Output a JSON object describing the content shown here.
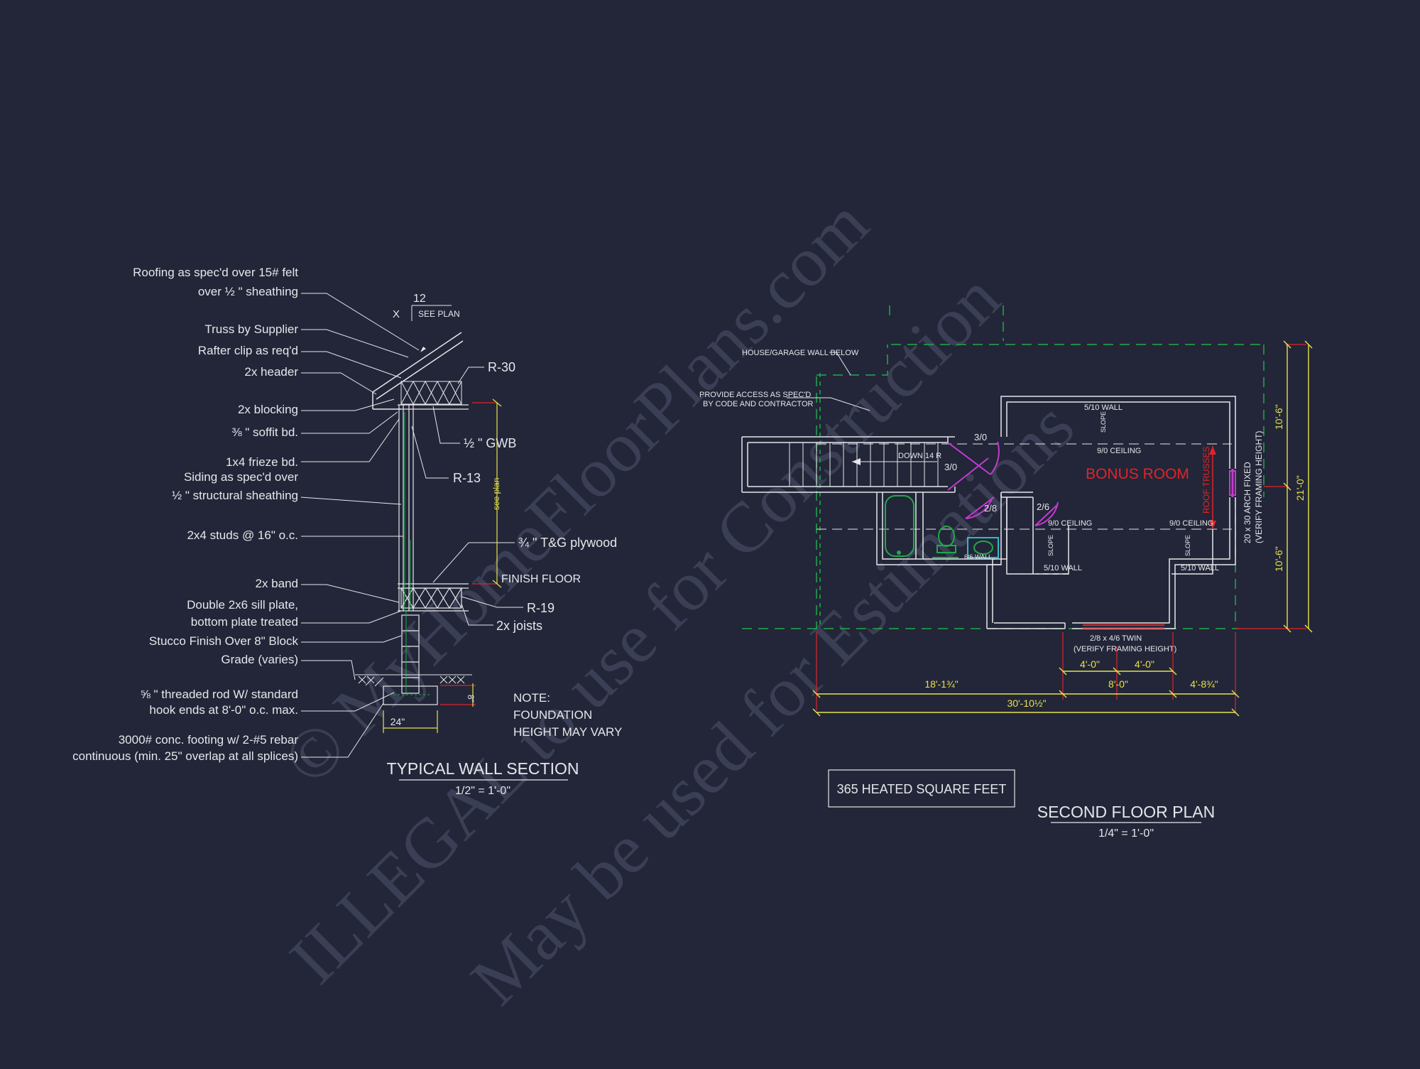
{
  "watermark": {
    "line1": "© MyHomeFloorPlans.com",
    "line2": "ILLEGAL to use for Construction",
    "line3": "May be used for Estimations"
  },
  "wall_section": {
    "callouts": [
      "Roofing as spec'd over 15# felt",
      "over ½ \" sheathing",
      "Truss by Supplier",
      "Rafter clip as req'd",
      "2x header",
      "2x blocking",
      "⅜ \" soffit bd.",
      "1x4 frieze bd.",
      "Siding as spec'd over",
      "½ \" structural sheathing",
      "2x4 studs @ 16\" o.c.",
      "2x band",
      "Double 2x6 sill plate,",
      "bottom plate treated",
      "Stucco Finish Over 8\" Block",
      "Grade (varies)",
      "⅝ \" threaded rod W/ standard",
      "hook ends at 8'-0\" o.c. max.",
      "3000# conc. footing w/ 2-#5 rebar",
      "continuous (min. 25\" overlap at all splices)"
    ],
    "right_labels": {
      "r30": "R-30",
      "gwb": "½ \" GWB",
      "r13": "R-13",
      "plywood": "¾ \" T&G plywood",
      "finish_floor": "FINISH FLOOR",
      "r19": "R-19",
      "joists": "2x joists",
      "see_plan_dim": "see plan"
    },
    "pitch": {
      "rise": "12",
      "run": "X",
      "note": "SEE PLAN"
    },
    "footing_width": "24\"",
    "footing_depth": "8\"",
    "note_lines": [
      "NOTE:",
      "FOUNDATION",
      "HEIGHT MAY VARY"
    ],
    "title": "TYPICAL  WALL  SECTION",
    "scale": "1/2\" = 1'-0\""
  },
  "floor_plan": {
    "notes": {
      "garage_wall": "HOUSE/GARAGE WALL BELOW",
      "access_1": "PROVIDE ACCESS AS SPEC'D",
      "access_2": "BY CODE AND CONTRACTOR"
    },
    "room_name": "BONUS ROOM",
    "labels": {
      "wall_top": "5/10 WALL",
      "slope": "SLOPE",
      "ceiling_top": "9/0 CEILING",
      "door_30a": "3/0",
      "door_30b": "3/0",
      "stair": "DOWN 14 R",
      "door_28": "2/8",
      "door_26": "2/6",
      "ceiling_left": "9/0 CEILING",
      "ceiling_right": "9/0 CEILING",
      "wall_left": "5/10 WALL",
      "wall_right": "5/10 WALL",
      "wall_bath": "6/6 WALL",
      "roof_trusses": "ROOF TRUSSES",
      "arch_1": "20 x 30 ARCH FIXED",
      "arch_2": "(VERIFY FRAMING HEIGHT)",
      "window_1": "2/8 x 4/6 TWIN",
      "window_2": "(VERIFY FRAMING HEIGHT)"
    },
    "dims": {
      "d1": "18'-1¾\"",
      "d2": "4'-0\"",
      "d3": "4'-0\"",
      "d4": "8'-0\"",
      "d5": "4'-8¾\"",
      "d6": "30'-10½\"",
      "v1": "10'-6\"",
      "v2": "10'-6\"",
      "v3": "21'-0\""
    },
    "heated_sqft": "365  HEATED SQUARE FEET",
    "title": "SECOND FLOOR PLAN",
    "scale": "1/4\" = 1'-0\""
  },
  "colors": {
    "background": "#222638",
    "linework": "#e6e6ea",
    "dimension": "#e8e14a",
    "leader_red": "#e0242a",
    "green": "#22a84a",
    "magenta": "#c43ad0",
    "cyan": "#34b8c8",
    "watermark": "#3a3f55"
  }
}
